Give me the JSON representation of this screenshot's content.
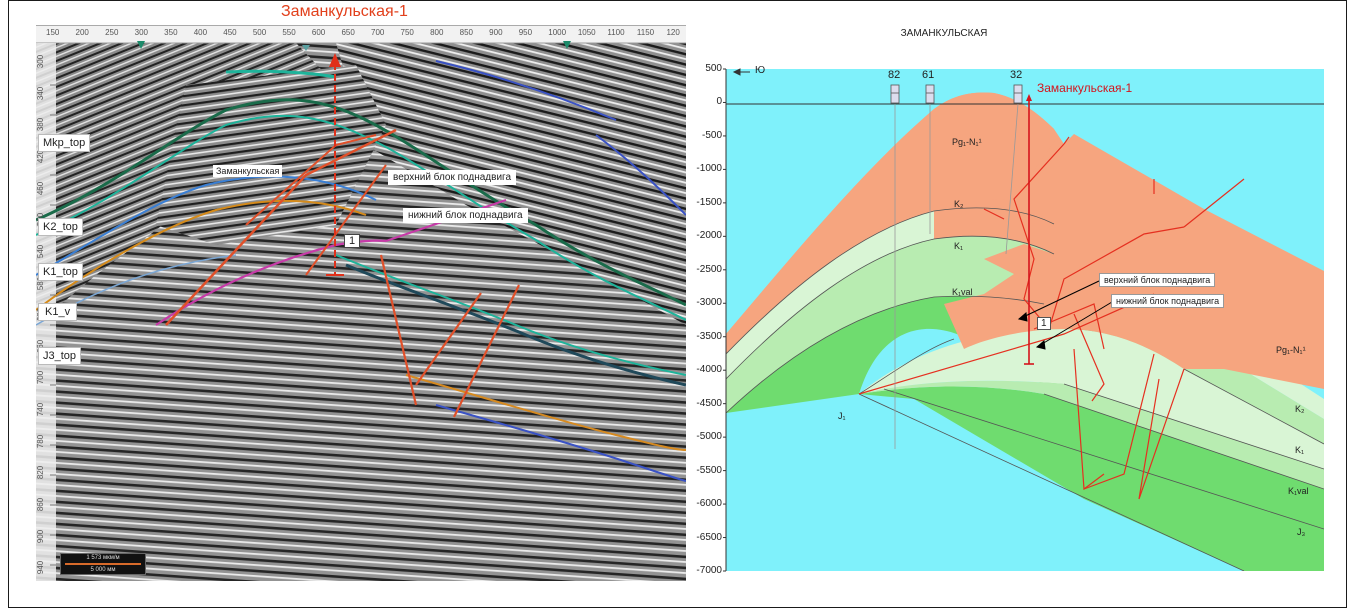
{
  "left_panel": {
    "well_name": "Заманкульская-1",
    "ruler_labels": [
      "150",
      "200",
      "250",
      "300",
      "350",
      "400",
      "450",
      "500",
      "550",
      "600",
      "650",
      "700",
      "750",
      "800",
      "850",
      "900",
      "950",
      "1000",
      "1050",
      "1100",
      "1150",
      "120"
    ],
    "depth_labels": [
      "300",
      "340",
      "380",
      "420",
      "460",
      "500",
      "540",
      "580",
      "620",
      "660",
      "700",
      "740",
      "780",
      "820",
      "860",
      "900",
      "940"
    ],
    "horizon_labels": [
      "Mkp_top",
      "K2_top",
      "K1_top",
      "K1_v",
      "J3_top"
    ],
    "structure_label": "Заманкульская",
    "upper_block_label": "верхний блок поднадвига",
    "lower_block_label": "нижний блок поднадвига",
    "point_marker": "1",
    "scale_label_1": "1 573 мкм/м",
    "scale_label_2": "5 000 мм"
  },
  "right_panel": {
    "title": "ЗАМАНКУЛЬСКАЯ",
    "direction_label": "Ю",
    "y_axis_labels": [
      "500",
      "0",
      "-500",
      "-1000",
      "-1500",
      "-2000",
      "-2500",
      "-3000",
      "-3500",
      "-4000",
      "-4500",
      "-5000",
      "-5500",
      "-6000",
      "-6500",
      "-7000"
    ],
    "wells": [
      {
        "label": "82"
      },
      {
        "label": "61"
      },
      {
        "label": "32"
      }
    ],
    "target_well": "Заманкульская-1",
    "upper_block_label": "верхний блок поднадвига",
    "lower_block_label": "нижний блок поднадвига",
    "point_marker": "1",
    "strata": {
      "pg_main": "Pg₁-N₁¹",
      "pg_right": "Pg₁-N₁¹",
      "k2": "K₂",
      "k1": "K₁",
      "k1val": "K₁val",
      "j1": "J₁",
      "k2_right": "K₂",
      "k1_right": "K₁",
      "k1val_right": "K₁val",
      "j3_right": "J₃"
    },
    "colors": {
      "pg": "#f6a57f",
      "k2": "#d9f5d5",
      "k1": "#b8ecb1",
      "k1val": "#6fdc6f",
      "j": "#7ff1fb",
      "fault": "#e53020",
      "well_red": "#d5141c"
    }
  }
}
